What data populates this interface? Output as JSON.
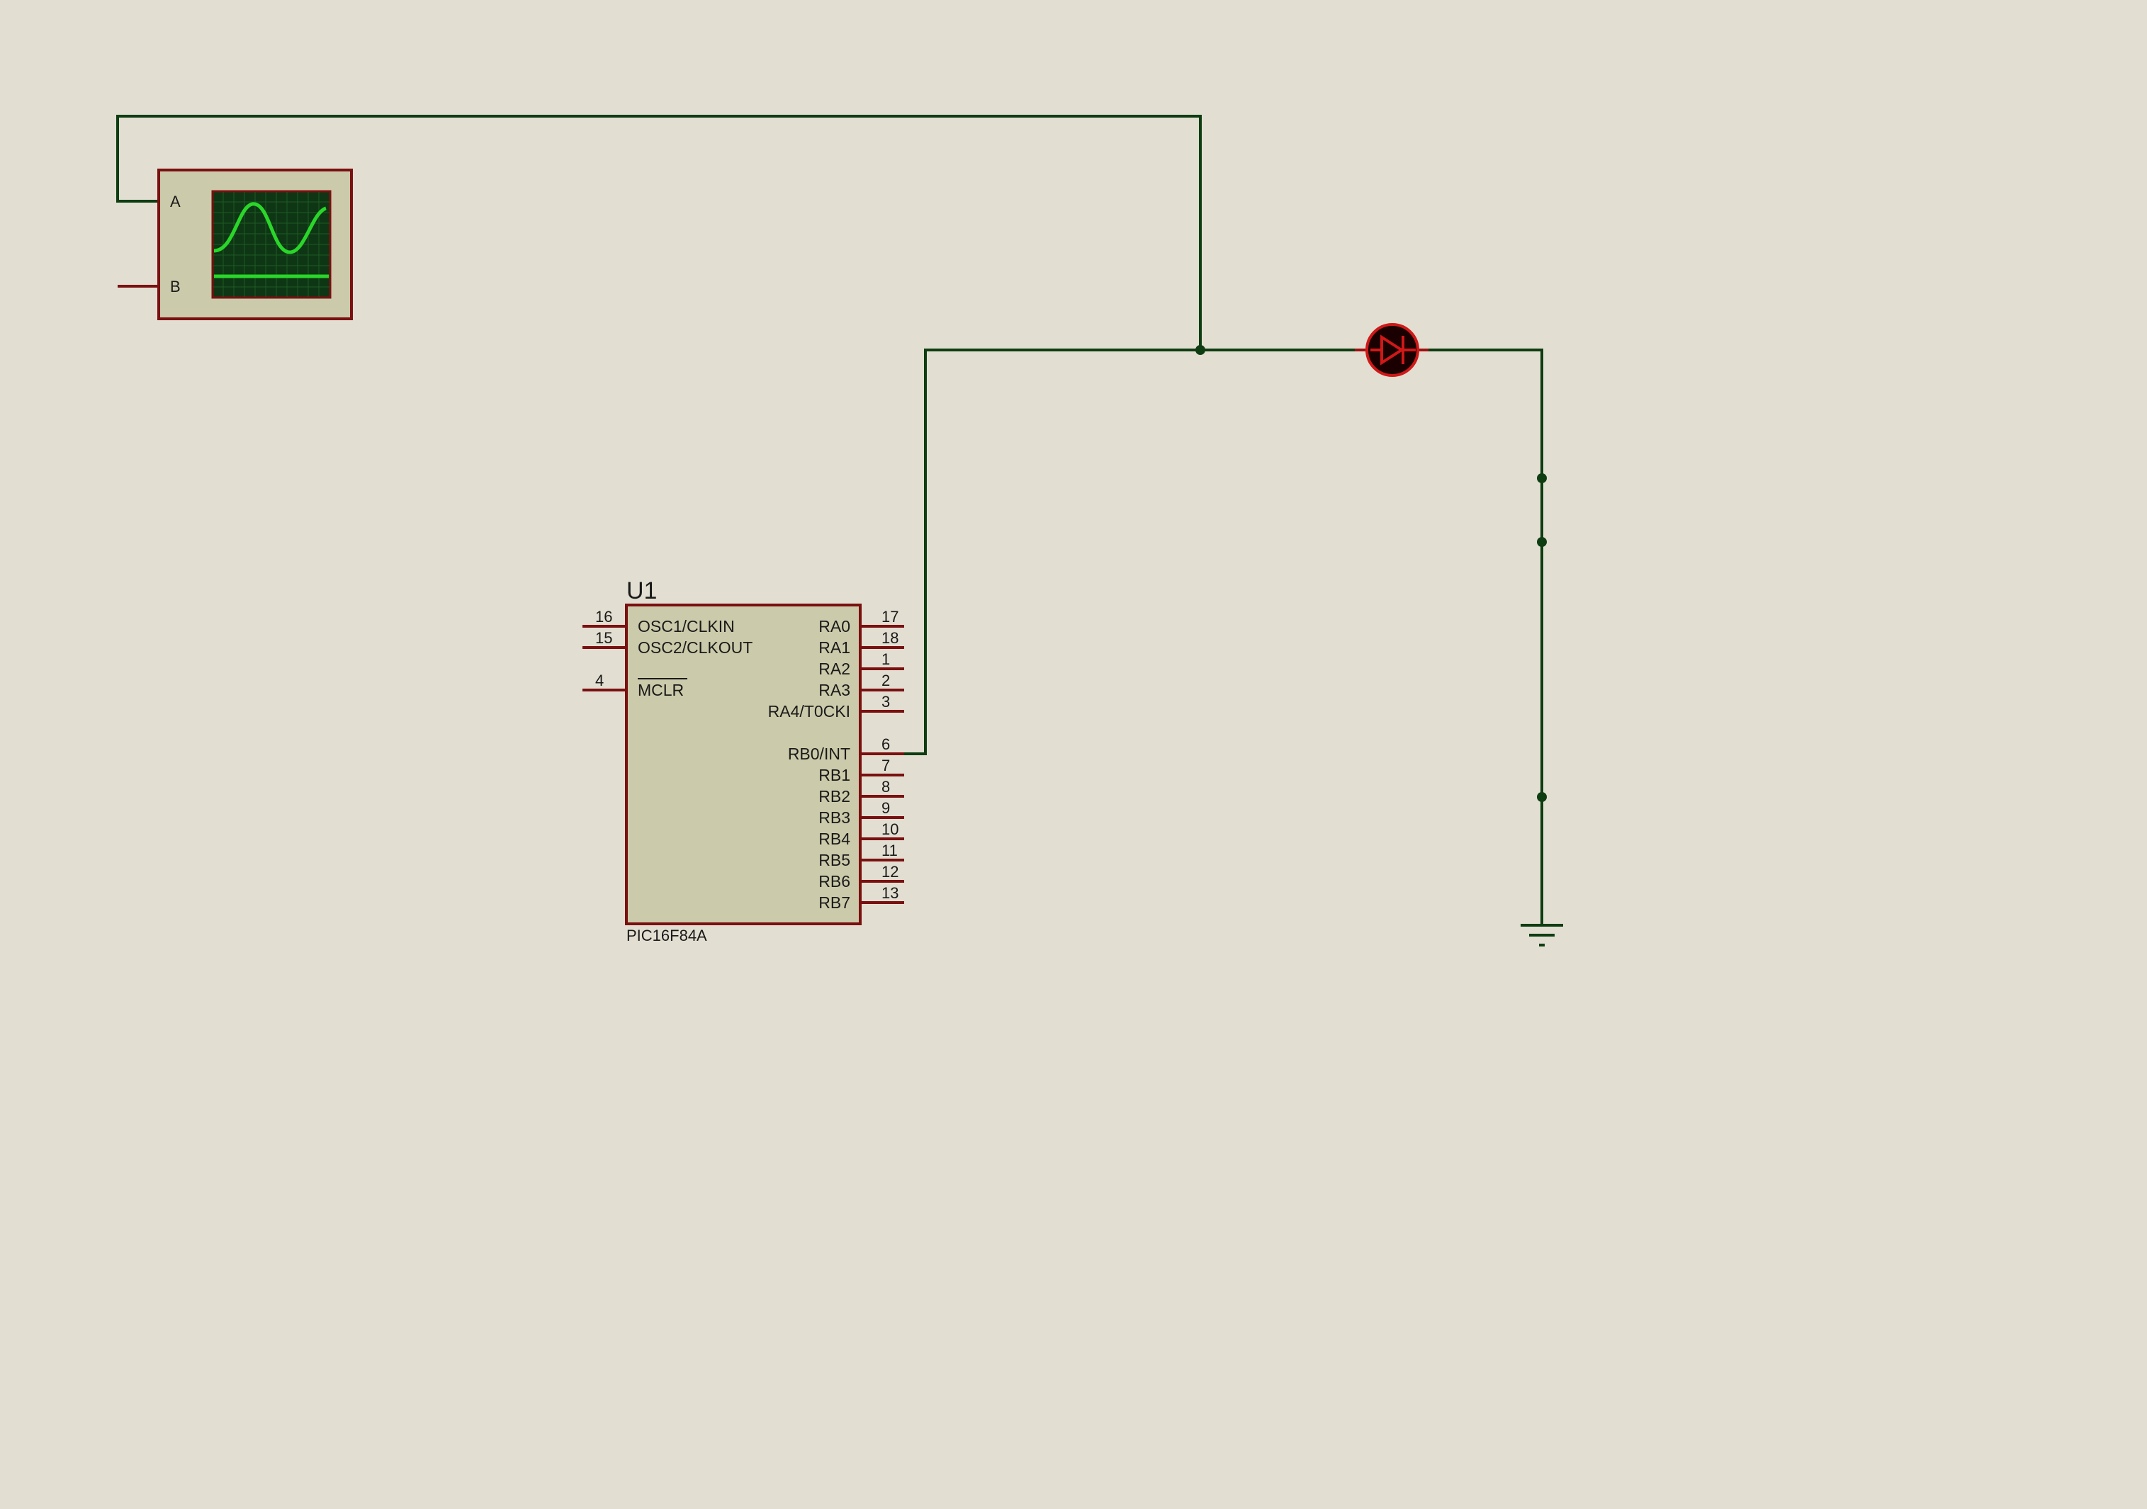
{
  "schematic": {
    "background": "#e2dfd2",
    "colors": {
      "wire": "#0f3d12",
      "component_outline": "#7a1010",
      "component_fill": "#cbcaaa",
      "scope_screen": "#0e3614",
      "scope_trace": "#2ad62a",
      "led_body": "#1a0000",
      "led_outline": "#d01818"
    },
    "oscilloscope": {
      "icon": "oscilloscope-icon",
      "channel_a_label": "A",
      "channel_b_label": "B"
    },
    "mcu": {
      "ref": "U1",
      "part": "PIC16F84A",
      "left_pins": [
        {
          "num": "16",
          "name": "OSC1/CLKIN"
        },
        {
          "num": "15",
          "name": "OSC2/CLKOUT"
        },
        {
          "num": "4",
          "name": "MCLR",
          "overbar": true
        }
      ],
      "right_pins": [
        {
          "num": "17",
          "name": "RA0"
        },
        {
          "num": "18",
          "name": "RA1"
        },
        {
          "num": "1",
          "name": "RA2"
        },
        {
          "num": "2",
          "name": "RA3"
        },
        {
          "num": "3",
          "name": "RA4/T0CKI"
        },
        {
          "num": "6",
          "name": "RB0/INT"
        },
        {
          "num": "7",
          "name": "RB1"
        },
        {
          "num": "8",
          "name": "RB2"
        },
        {
          "num": "9",
          "name": "RB3"
        },
        {
          "num": "10",
          "name": "RB4"
        },
        {
          "num": "11",
          "name": "RB5"
        },
        {
          "num": "12",
          "name": "RB6"
        },
        {
          "num": "13",
          "name": "RB7"
        }
      ]
    },
    "led": {
      "icon": "led-icon"
    },
    "ground": {
      "icon": "ground-icon"
    }
  }
}
